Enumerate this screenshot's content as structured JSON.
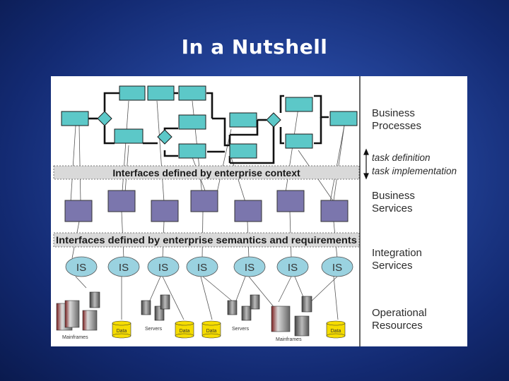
{
  "slide": {
    "title": "In a Nutshell"
  },
  "diagram": {
    "band_context": "Interfaces defined by enterprise context",
    "band_semantics": "Interfaces defined by enterprise semantics and requirements",
    "is_label": "IS",
    "data_label": "Data",
    "mainframes_label": "Mainframes",
    "servers_label": "Servers",
    "task_definition": "task definition",
    "task_implementation": "task implementation",
    "layers": {
      "business_processes": [
        "Business",
        "Processes"
      ],
      "business_services": [
        "Business",
        "Services"
      ],
      "integration_services": [
        "Integration",
        "Services"
      ],
      "operational_resources": [
        "Operational",
        "Resources"
      ]
    }
  },
  "colors": {
    "process_box": "#5cc8c8",
    "service_box": "#7b76ad",
    "is_ellipse": "#9ad2e0",
    "data_cylinder": "#f5dc00",
    "band": "#d9d9d9"
  }
}
